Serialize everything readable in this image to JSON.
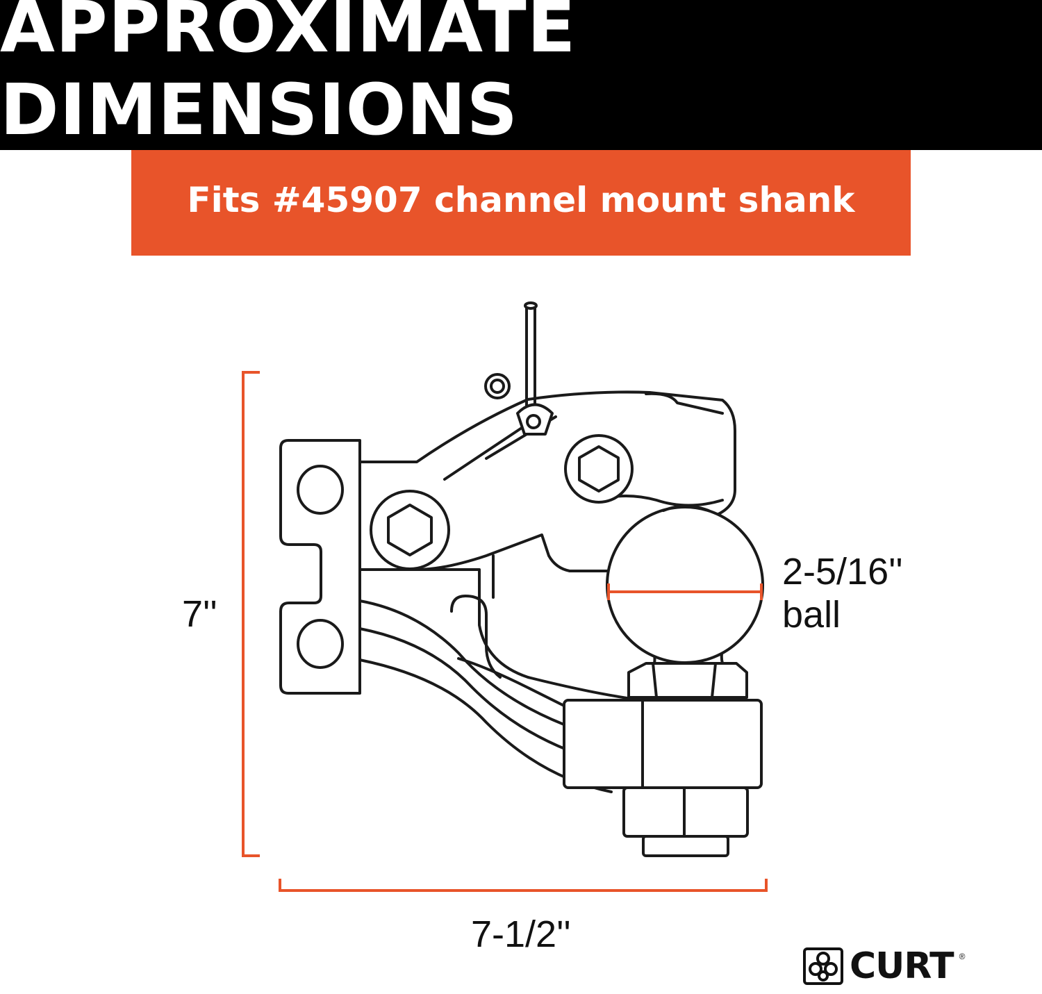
{
  "header": {
    "title": "APPROXIMATE DIMENSIONS"
  },
  "banner": {
    "text": "Fits #45907 channel mount shank"
  },
  "dimensions": {
    "height": "7''",
    "width": "7-1/2''",
    "ball_size": "2-5/16''",
    "ball_label": "ball"
  },
  "brand": {
    "name": "CURT",
    "trademark": "®",
    "logo_icon": "curt-logo-icon"
  },
  "colors": {
    "header_bg": "#000000",
    "banner_bg": "#e8542a",
    "dimension_line": "#e8542a",
    "drawing_line": "#1a1a1a"
  }
}
